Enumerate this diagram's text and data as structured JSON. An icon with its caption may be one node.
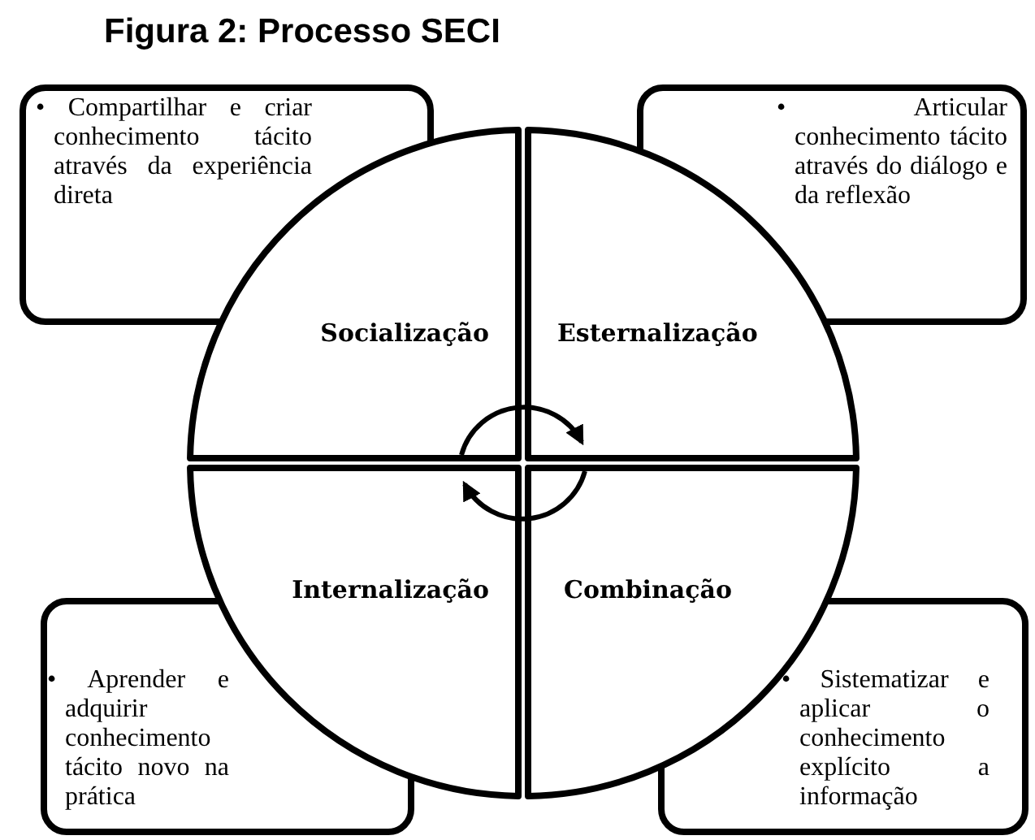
{
  "diagram": {
    "title": "Figura 2: Processo SECI",
    "nodes": [
      {
        "text": [
          "• Compartilhar e criar conhecimento tácito através da experiência direta"
        ]
      },
      {
        "text": [
          "• Articular conhecimento tácito através do diálogo e da reflexão"
        ]
      },
      {
        "text": [
          "Socialização"
        ]
      },
      {
        "text": [
          "Esternalização"
        ]
      },
      {
        "text": [
          "Internalização"
        ]
      },
      {
        "text": [
          "Combinação"
        ]
      },
      {
        "text": [
          "• Aprender e adquirir conhecimento tácito novo na prática"
        ]
      },
      {
        "text": [
          "• Sistematizar e aplicar o conhecimento explícito a informação"
        ]
      }
    ],
    "edges": [
      {
        "from": 2,
        "to": 3,
        "arrow": "to"
      },
      {
        "from": 5,
        "to": 4,
        "arrow": "to"
      }
    ]
  }
}
